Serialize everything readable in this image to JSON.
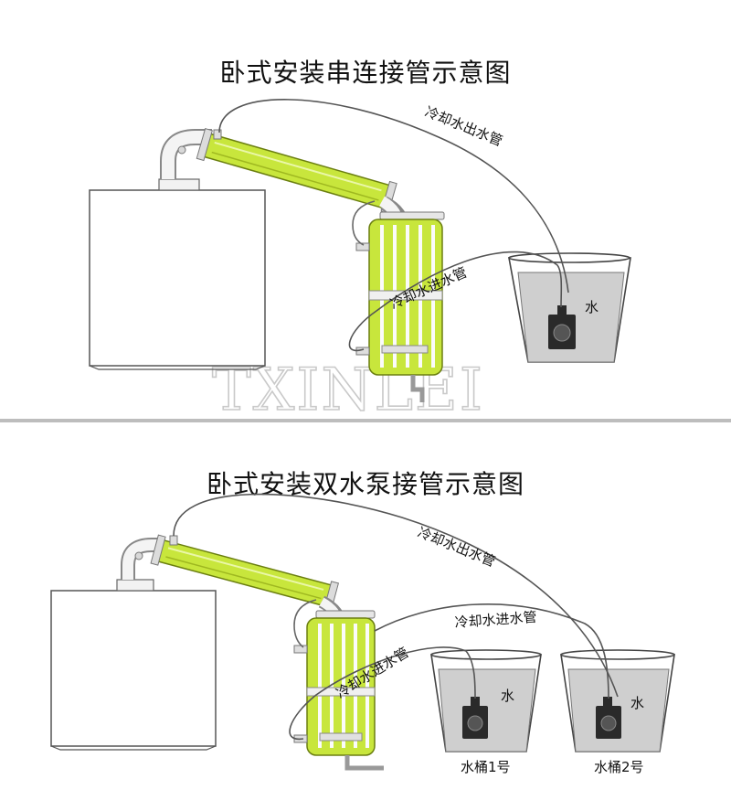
{
  "top": {
    "title": "卧式安装串连接管示意图",
    "outlet_label": "冷却水出水管",
    "inlet_label": "冷却水进水管",
    "water_label": "水",
    "watermark": "TXINLEI"
  },
  "bottom": {
    "title": "卧式安装双水泵接管示意图",
    "outlet_label": "冷却水出水管",
    "inlet_label_1": "冷却水进水管",
    "inlet_label_2": "冷却水进水管",
    "water_label_1": "水",
    "water_label_2": "水",
    "bucket_1": "水桶1号",
    "bucket_2": "水桶2号"
  },
  "colors": {
    "condenser_green": "#c8e63c",
    "water_gray": "#cfcfcf",
    "pump": "#2a2a2a",
    "outline": "#444444"
  }
}
